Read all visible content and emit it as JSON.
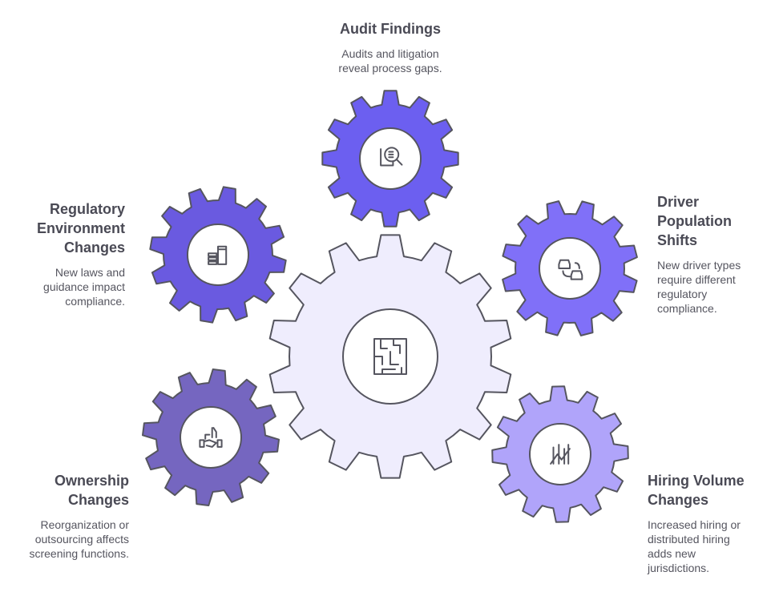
{
  "colors": {
    "center": "#efedfd",
    "audit": "#6c5ff0",
    "regulatory": "#6a5ae0",
    "driver": "#8070f8",
    "ownership": "#7566c0",
    "hiring": "#b0a4fa",
    "stroke": "#55555f"
  },
  "center": {
    "icon": "maze-icon"
  },
  "items": [
    {
      "id": "audit",
      "title": "Audit Findings",
      "desc": "Audits and litigation reveal process gaps.",
      "icon": "document-search-icon"
    },
    {
      "id": "regulatory",
      "title": "Regulatory Environment Changes",
      "desc": "New laws and guidance impact compliance.",
      "icon": "stacked-coins-icon"
    },
    {
      "id": "driver",
      "title": "Driver Population Shifts",
      "desc": "New driver types require different regulatory compliance.",
      "icon": "cars-exchange-icon"
    },
    {
      "id": "ownership",
      "title": "Ownership Changes",
      "desc": "Reorganization or outsourcing affects screening functions.",
      "icon": "handshake-icon"
    },
    {
      "id": "hiring",
      "title": "Hiring Volume Changes",
      "desc": "Increased hiring or distributed hiring adds new jurisdictions.",
      "icon": "chart-trend-icon"
    }
  ]
}
